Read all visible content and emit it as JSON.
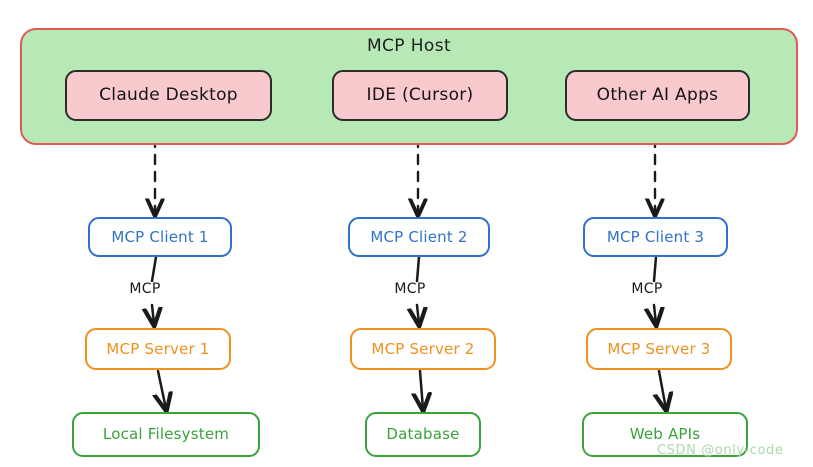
{
  "diagram": {
    "title": "MCP Host",
    "watermark": "CSDN @only-code",
    "colors": {
      "host_fill": "#b7e9b7",
      "host_border": "#e05a56",
      "app_fill": "#f8c9cd",
      "app_border": "#2b2b2b",
      "client_border": "#2f73c8",
      "server_border": "#f0901e",
      "resource_border": "#3aa33a",
      "arrow": "#1a1a1a"
    },
    "apps": [
      {
        "label": "Claude Desktop"
      },
      {
        "label": "IDE (Cursor)"
      },
      {
        "label": "Other AI Apps"
      }
    ],
    "clients": [
      {
        "label": "MCP Client 1"
      },
      {
        "label": "MCP Client 2"
      },
      {
        "label": "MCP Client 3"
      }
    ],
    "servers": [
      {
        "label": "MCP Server 1"
      },
      {
        "label": "MCP Server 2"
      },
      {
        "label": "MCP Server 3"
      }
    ],
    "resources": [
      {
        "label": "Local Filesystem"
      },
      {
        "label": "Database"
      },
      {
        "label": "Web APIs"
      }
    ],
    "edge_labels": {
      "client_to_server": [
        "MCP",
        "MCP",
        "MCP"
      ]
    }
  }
}
